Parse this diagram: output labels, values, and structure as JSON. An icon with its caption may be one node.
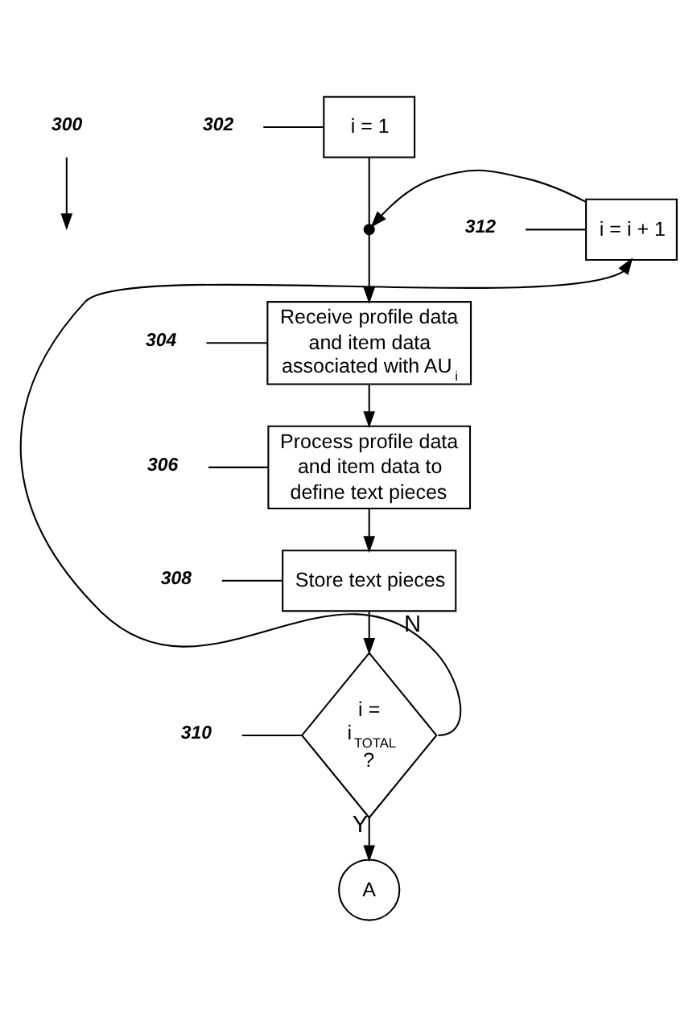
{
  "diagram": {
    "nodes": [
      {
        "text": [
          "300"
        ]
      },
      {
        "text": [
          "302"
        ]
      },
      {
        "text": [
          "i = 1"
        ]
      },
      {
        "text": [
          "312"
        ]
      },
      {
        "text": [],
        "shape": "dot"
      },
      {
        "text": [
          "i = i + 1"
        ]
      },
      {
        "text": [
          "304"
        ]
      },
      {
        "text": [
          "Receive profile data and item data associated with AU$_{i}$"
        ]
      },
      {
        "text": [
          "306"
        ]
      },
      {
        "text": [
          "Process profile data and item data to define text pieces"
        ]
      },
      {
        "text": [
          "308"
        ]
      },
      {
        "text": [
          "Store text pieces"
        ]
      },
      {
        "text": [
          "310"
        ]
      },
      {
        "text": [
          "i = i$_{TOTAL}$ ?"
        ]
      },
      {
        "text": [
          "A"
        ]
      }
    ],
    "edges": [
      {
        "from": 0,
        "to": null,
        "arrow": "to"
      },
      {
        "from": 1,
        "to": 2,
        "arrow": "none"
      },
      {
        "from": 2,
        "to": 4,
        "arrow": "none"
      },
      {
        "from": 3,
        "to": 5,
        "arrow": "none"
      },
      {
        "from": 5,
        "to": 4,
        "arrow": "to"
      },
      {
        "from": 6,
        "to": 7,
        "arrow": "none"
      },
      {
        "from": 4,
        "to": 7,
        "arrow": "to"
      },
      {
        "from": 8,
        "to": 9,
        "arrow": "none"
      },
      {
        "from": 7,
        "to": 9,
        "arrow": "to"
      },
      {
        "from": 10,
        "to": 11,
        "arrow": "none"
      },
      {
        "from": 9,
        "to": 11,
        "arrow": "to"
      },
      {
        "from": 12,
        "to": 13,
        "arrow": "none"
      },
      {
        "from": 11,
        "to": 13,
        "arrow": "to"
      },
      {
        "from": 13,
        "to": 14,
        "arrow": "to",
        "label": "Y"
      },
      {
        "from": 13,
        "to": 5,
        "arrow": "to",
        "label": "N"
      }
    ]
  }
}
